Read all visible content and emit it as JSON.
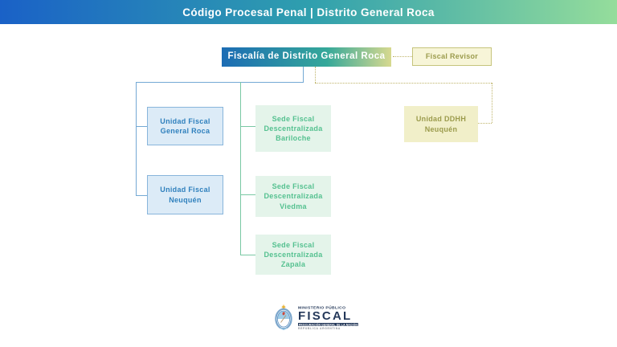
{
  "header": {
    "title": "Código Procesal Penal | Distrito General Roca"
  },
  "org_chart": {
    "root": {
      "label": "Fiscalía de Distrito General Roca"
    },
    "fiscal_revisor": {
      "label": "Fiscal Revisor"
    },
    "unidad_fiscal_general_roca": {
      "label": "Unidad Fiscal General Roca"
    },
    "unidad_fiscal_neuquen": {
      "label": "Unidad Fiscal Neuquén"
    },
    "sede_bariloche": {
      "label": "Sede Fiscal Descentralizada Bariloche"
    },
    "sede_viedma": {
      "label": "Sede Fiscal Descentralizada Viedma"
    },
    "sede_zapala": {
      "label": "Sede Fiscal Descentralizada Zapala"
    },
    "unidad_ddhh": {
      "label": "Unidad DDHH Neuquén"
    }
  },
  "footer_logo": {
    "line1": "MINISTERIO PÚBLICO",
    "line2": "FISCAL",
    "line3": "PROCURACIÓN GENERAL DE LA NACIÓN",
    "line4": "REPÚBLICA ARGENTINA"
  },
  "colors": {
    "header_gradient_left": "#1a61c7",
    "header_gradient_mid": "#2f9fae",
    "header_gradient_right": "#95dd9b",
    "root_gradient_left": "#1c6cb4",
    "root_gradient_right": "#d7d98f",
    "blue_box_bg": "#dcebf7",
    "blue_box_text": "#2f80bd",
    "green_box_bg": "#e4f4ea",
    "green_box_text": "#55c190",
    "cream_box_bg": "#f1efc9",
    "cream_box_text": "#9b9b4c",
    "connector_blue": "#74a9d4",
    "connector_teal": "#79c8a3",
    "connector_dotted": "#bfb46a",
    "logo_navy": "#25395a"
  }
}
